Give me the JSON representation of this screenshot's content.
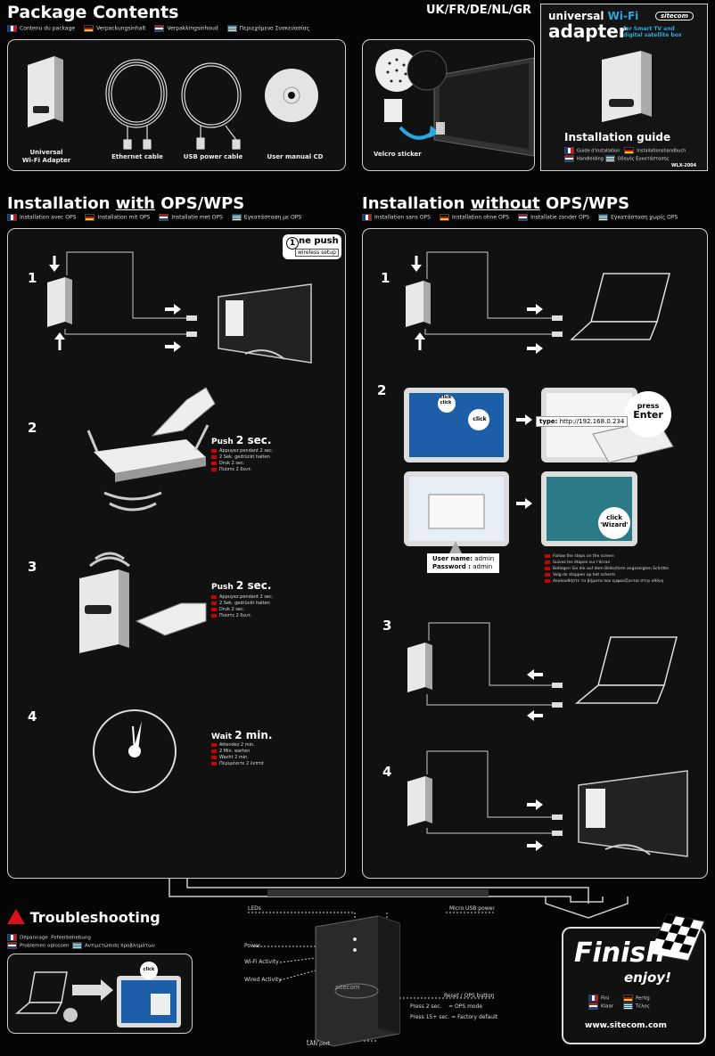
{
  "header": {
    "title": "Package Contents",
    "languages": "UK/FR/DE/NL/GR",
    "subtitles": [
      "Contenu du package",
      "Verpackungsinhalt",
      "Verpakkingsinhoud",
      "Περιεχόμενο Συσκευασίας"
    ]
  },
  "package": {
    "items": [
      "Universal\nWi-Fi Adapter",
      "Ethernet cable",
      "USB power cable",
      "User manual CD"
    ],
    "velcro": "Velcro sticker"
  },
  "cover": {
    "line1": "universal",
    "line1_accent": "Wi-Fi",
    "line2": "adapter",
    "line2_sub": "for Smart TV and digital satellite box",
    "brand": "sitecom",
    "guide_title": "Installation guide",
    "guide_langs": [
      "Guide d'installation",
      "Installationshandbuch",
      "Handleiding",
      "Οδηγός Εγκατάστασης"
    ],
    "model": "WLX-2004"
  },
  "with_ops": {
    "title_pre": "Installation",
    "title_em": "with",
    "title_post": "OPS/WPS",
    "subtitles": [
      "Installation avec OPS",
      "Installation mit OPS",
      "Installatie met OPS",
      "Εγκατάσταση με OPS"
    ],
    "one_push_a": "ne push",
    "one_push_b": "wireless setup",
    "steps": [
      "1",
      "2",
      "3",
      "4"
    ],
    "push_label": "Push",
    "push_value": "2 sec.",
    "push_sub": [
      "Appuyez pendant 2 sec.",
      "2 Sek. gedrückt halten",
      "Druk 2 sec.",
      "Πιέστε 2 δευτ."
    ],
    "wait_label": "Wait",
    "wait_value": "2 min.",
    "wait_sub": [
      "Attendez 2 min.",
      "2 Min. warten",
      "Wacht 2 min.",
      "Περιμένετε 2 λεπτά"
    ]
  },
  "without_ops": {
    "title_pre": "Installation",
    "title_em": "without",
    "title_post": "OPS/WPS",
    "subtitles": [
      "Installation sans OPS",
      "Installation ohne OPS",
      "Installatie zonder OPS",
      "Εγκατάσταση χωρίς OPS"
    ],
    "steps": [
      "1",
      "2",
      "3",
      "4"
    ],
    "click_click": "click\nclick",
    "click": "click",
    "type_label": "type:",
    "url": "http://192.168.0.234",
    "press": "press",
    "enter": "Enter",
    "username_label": "User name:",
    "username": "admin",
    "password_label": "Password :",
    "password": "admin",
    "click_wizard": "click\n'Wizard'",
    "follow": [
      "Follow the steps on the screen",
      "Suivez les étapes sur l'écran",
      "Befolgen Sie die auf dem Bildschirm angezeigten Schritte",
      "Volg de stappen op het scherm",
      "Ακολουθήστε τα βήματα που εμφανίζονται στην οθόνη"
    ]
  },
  "trouble": {
    "title": "Troubleshooting",
    "subtitles": [
      "Dépannage",
      "Fehlerbehebung",
      "Problemen oplossen",
      "Αντιμετώπιση προβλημάτων"
    ],
    "click": "click"
  },
  "device": {
    "leds": "LEDs",
    "micro_usb": "Micro USB power",
    "power": "Power",
    "wifi": "Wi-Fi Activity",
    "wired": "Wired Activity",
    "reset_title": "Reset / OPS button",
    "press1": "Press  2 sec.",
    "press1_result": "= OPS mode",
    "press2": "Press  15+ sec.",
    "press2_result": "= Factory default",
    "lan": "LAN port",
    "brand": "sitecom"
  },
  "finish": {
    "title": "Finish",
    "enjoy": "enjoy!",
    "langs": [
      "Fini",
      "Fertig",
      "Klaar",
      "Τέλος"
    ],
    "url": "www.sitecom.com"
  }
}
